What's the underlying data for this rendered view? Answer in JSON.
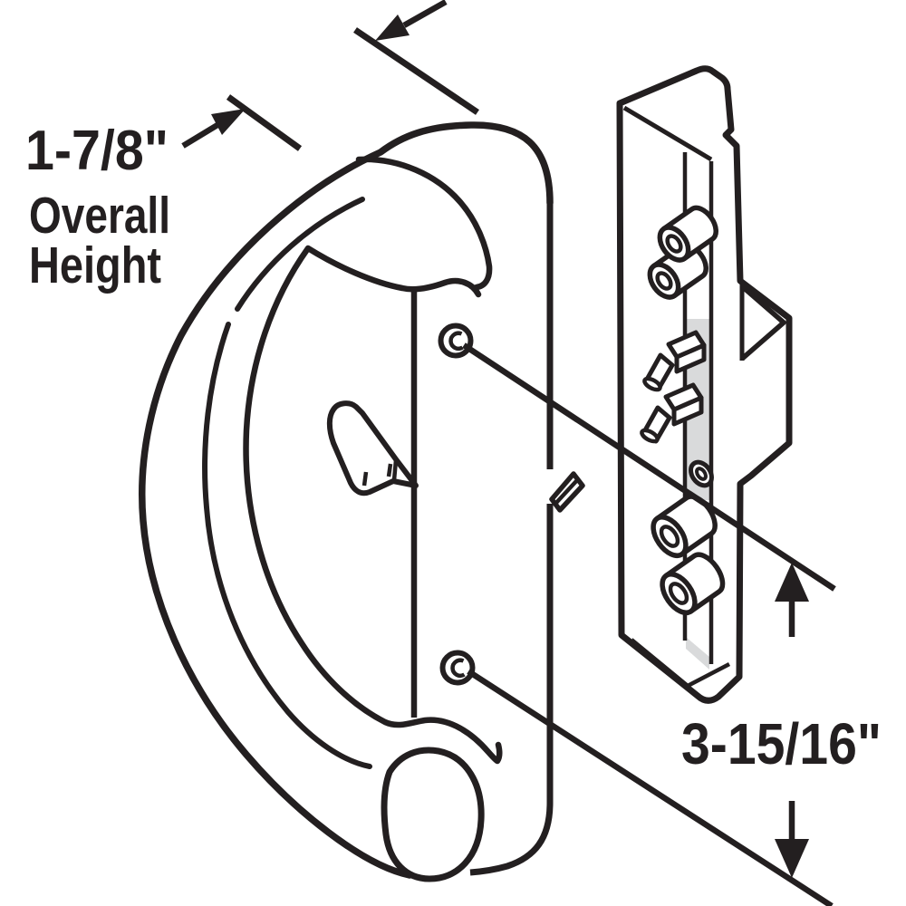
{
  "figure": {
    "type": "technical-line-drawing",
    "subject": "Sliding patio door handle set with C-grip pull, escutcheon plate, thumb lever and mortise latch unit",
    "background_color": "#ffffff",
    "ink_color": "#231f20",
    "shade_color": "#d9dadb",
    "dimensions": {
      "overall_height": {
        "value": "1-7/8\"",
        "label_line1": "Overall",
        "label_line2": "Height"
      },
      "hole_spacing": {
        "value": "3-15/16\""
      }
    },
    "icons": {
      "up_arrow": "up-arrow",
      "down_arrow": "down-arrow",
      "upper_left_arrow": "arrow-pointing-up-right",
      "top_arrow": "arrow-pointing-down-left"
    }
  }
}
